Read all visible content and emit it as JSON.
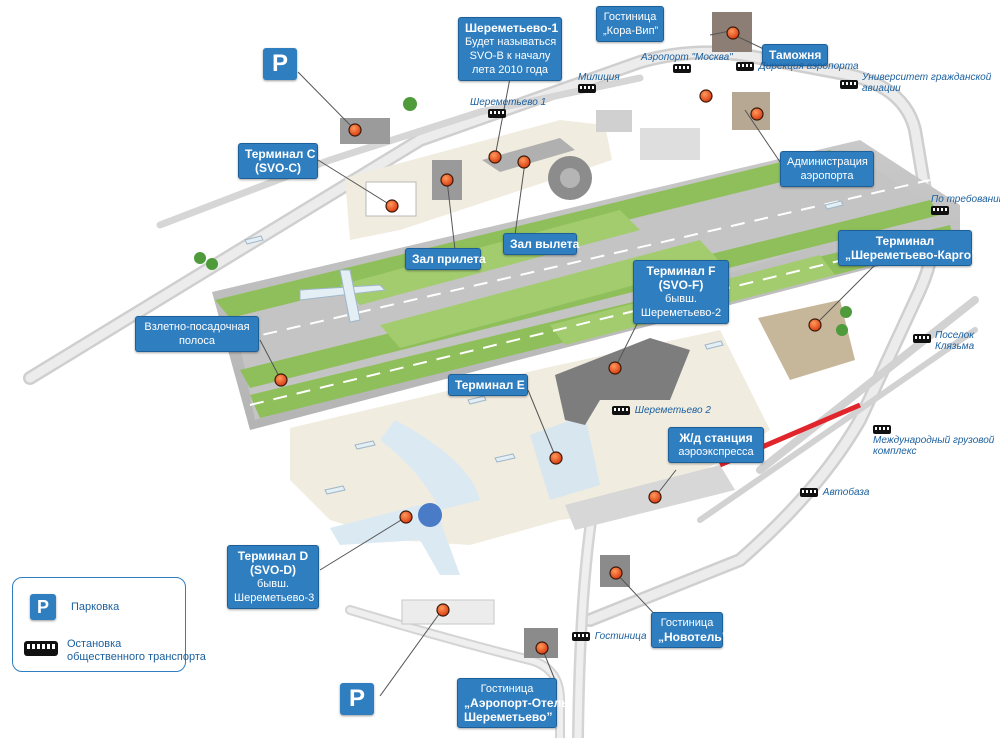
{
  "callouts": {
    "sheremetyevo1": {
      "line1": "Шереметьево-1",
      "line2": "Будет называться",
      "line3": "SVO-B к началу",
      "line4": "лета 2010 года"
    },
    "kora_vip": {
      "line1": "Гостиница",
      "line2": "„Кора-Вип”"
    },
    "customs": {
      "line1": "Таможня"
    },
    "terminal_c": {
      "line1": "Терминал С",
      "line2": "(SVO-C)"
    },
    "administration": {
      "line1": "Администрация",
      "line2": "аэропорта"
    },
    "arrival_hall": {
      "line1": "Зал прилета"
    },
    "departure_hall": {
      "line1": "Зал вылета"
    },
    "cargo_terminal": {
      "line1": "Терминал",
      "line2": "„Шереметьево-Карго”"
    },
    "terminal_f": {
      "line1": "Терминал F",
      "line2": "(SVO-F)",
      "line3": "бывш.",
      "line4": "Шереметьево-2"
    },
    "runway": {
      "line1": "Взлетно-посадочная",
      "line2": "полоса"
    },
    "terminal_e": {
      "line1": "Терминал Е"
    },
    "railway_station": {
      "line1": "Ж/д станция",
      "line2": "аэроэкспресса"
    },
    "terminal_d": {
      "line1": "Терминал D",
      "line2": "(SVO-D)",
      "line3": "бывш.",
      "line4": "Шереметьево-3"
    },
    "novotel": {
      "line1": "Гостиница",
      "line2": "„Новотель”"
    },
    "airport_hotel": {
      "line1": "Гостиница",
      "line2": "„Аэропорт-Отель",
      "line3": "Шереметьево”"
    }
  },
  "parking_signs": {
    "label": "P"
  },
  "bus_stops": {
    "militsiya": "Милиция",
    "airport_moskva": "Аэропорт \"Москва\"",
    "airport_directorate": "Дирекция аэропорта",
    "university_line1": "Университет гражданской",
    "university_line2": "авиации",
    "sheremetyevo1": "Шереметьево 1",
    "on_request": "По требованию",
    "poselok_line1": "Поселок",
    "poselok_line2": "Клязьма",
    "sheremetyevo2": "Шереметьево 2",
    "cargo_complex_line1": "Международный грузовой",
    "cargo_complex_line2": "комплекс",
    "autobase": "Автобаза",
    "hotel": "Гостиница"
  },
  "legend": {
    "parking_symbol": "P",
    "parking_label": "Парковка",
    "bus_label_line1": "Остановка",
    "bus_label_line2": "общественного транспорта"
  },
  "colors": {
    "callout_blue": "#2f7ec0",
    "marker_orange": "#f05a1a",
    "grass_green": "#8fbf5a",
    "road_grey": "#dcdcdc",
    "apron_beige": "#f1ece0",
    "rail_red": "#e0262c"
  },
  "icons": [
    "parking-sign-icon",
    "bus-icon",
    "airplane-icon",
    "location-marker-icon",
    "tree-icon"
  ]
}
